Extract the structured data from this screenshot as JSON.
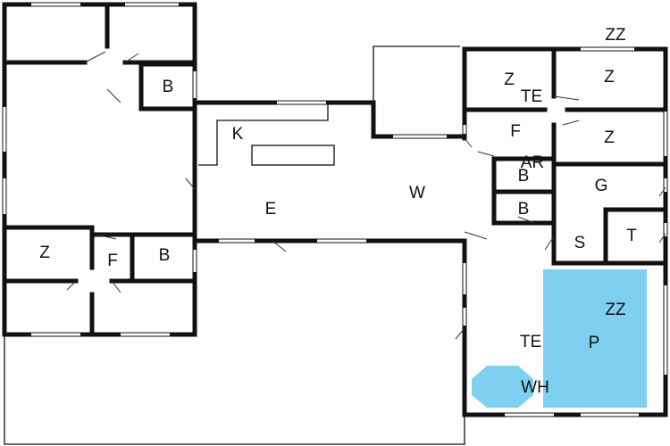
{
  "title": "Floor plan",
  "colors": {
    "pool": "#7fd0f0",
    "walls": "#111111"
  },
  "rooms": {
    "left_b_top": "B",
    "kitchen": "K",
    "dining": "E",
    "living": "W",
    "left_z": "Z",
    "left_f": "F",
    "left_b_bottom": "B",
    "right_zz_top": "ZZ",
    "right_z1": "Z",
    "right_te": "TE",
    "right_z2": "Z",
    "right_f": "F",
    "right_z3": "Z",
    "right_ar": "AR",
    "right_b1": "B",
    "right_g": "G",
    "right_b2": "B",
    "right_s": "S",
    "right_t": "T",
    "pool_zz": "ZZ",
    "terrace": "TE",
    "pool": "P",
    "whirlpool": "WH"
  }
}
